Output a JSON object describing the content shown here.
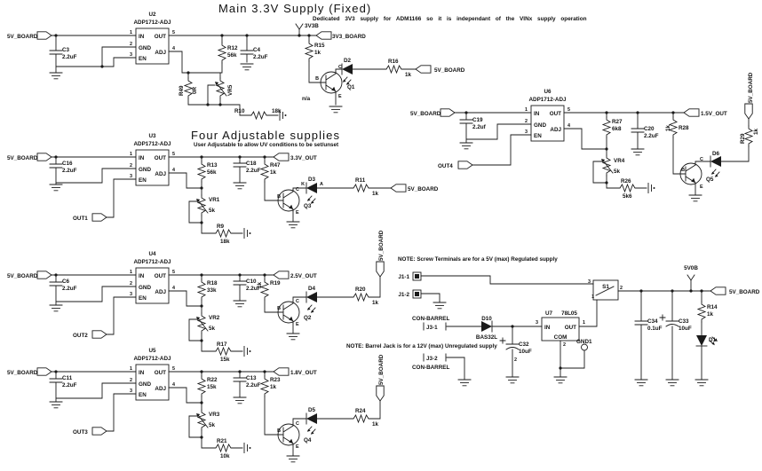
{
  "titles": {
    "main": "Main 3.3V Supply (Fixed)",
    "main_note": "Dedicated 3V3 supply for ADM1166 so it is independant of the VINx supply operation",
    "adj": "Four Adjustable supplies",
    "adj_note": "User Adjustable to allow UV conditions to be set/unset"
  },
  "notes": {
    "screw": "NOTE: Screw Terminals are for a 5V (max) Regulated supply",
    "barrel": "NOTE: Barrel Jack is for a 12V (max) Unregulated supply"
  },
  "shared": {
    "part": "ADP1712-ADJ",
    "board": "5V_BOARD",
    "pin_in": "IN",
    "pin_gnd": "GND",
    "pin_en": "EN",
    "pin_out": "OUT",
    "pin_adj": "ADJ",
    "n1": "1",
    "n2": "2",
    "n3": "3",
    "n4": "4",
    "n5": "5",
    "b": "B",
    "c": "C",
    "e": "E",
    "k": "K",
    "a": "A"
  },
  "u2": {
    "ref": "U2",
    "flag": "3V3B",
    "out_tag": "3V3_BOARD",
    "cin_ref": "C3",
    "cin_val": "2.2uF",
    "rtop_ref": "R12",
    "rtop_val": "56k",
    "cout_ref": "C4",
    "cout_val": "2.2uF",
    "r49_ref": "R49",
    "r49_val": "0R",
    "vr_ref": "VR5",
    "na": "n/a",
    "rbot_ref": "R10",
    "rbot_val": "18k",
    "rbase_ref": "R15",
    "rbase_val": "1k",
    "q": "Q1",
    "d": "D2",
    "rled_ref": "R16",
    "rled_val": "1k"
  },
  "u3": {
    "ref": "U3",
    "en_tag": "OUT1",
    "out_tag": "3.3V_OUT",
    "cin_ref": "C16",
    "cin_val": "2.2uF",
    "rtop_ref": "R13",
    "rtop_val": "56k",
    "cout_ref": "C18",
    "cout_val": "2.2uF",
    "vr_ref": "VR1",
    "vr_val": "5k",
    "rbot_ref": "R9",
    "rbot_val": "18k",
    "rbase_ref": "R47",
    "rbase_val": "1k",
    "q": "Q3",
    "d": "D3",
    "rled_ref": "R11",
    "rled_val": "1k"
  },
  "u4": {
    "ref": "U4",
    "en_tag": "OUT2",
    "out_tag": "2.5V_OUT",
    "cin_ref": "C6",
    "cin_val": "2.2uF",
    "rtop_ref": "R18",
    "rtop_val": "33k",
    "cout_ref": "C10",
    "cout_val": "2.2uF",
    "vr_ref": "VR2",
    "vr_val": "5k",
    "rbot_ref": "R17",
    "rbot_val": "15k",
    "rbase_ref": "R19",
    "rbase_val": "1k",
    "q": "Q2",
    "d": "D4",
    "rled_ref": "R20",
    "rled_val": "1k"
  },
  "u5": {
    "ref": "U5",
    "en_tag": "OUT3",
    "out_tag": "1.8V_OUT",
    "cin_ref": "C11",
    "cin_val": "2.2uF",
    "rtop_ref": "R22",
    "rtop_val": "15k",
    "cout_ref": "C13",
    "cout_val": "2.2uF",
    "vr_ref": "VR3",
    "vr_val": "5k",
    "rbot_ref": "R21",
    "rbot_val": "10k",
    "rbase_ref": "R23",
    "rbase_val": "1k",
    "q": "Q4",
    "d": "D5",
    "rled_ref": "R24",
    "rled_val": "1k"
  },
  "u6": {
    "ref": "U6",
    "en_tag": "OUT4",
    "out_tag": "1.5V_OUT",
    "cin_ref": "C19",
    "cin_val": "2.2uf",
    "rtop_ref": "R27",
    "rtop_val": "6k8",
    "cout_ref": "C20",
    "cout_val": "2.2uF",
    "vr_ref": "VR4",
    "vr_val": "5k",
    "rbot_ref": "R26",
    "rbot_val": "5k6",
    "rbase_ref": "R28",
    "rbase_val": "1k",
    "q": "Q5",
    "d": "D6",
    "rled_ref": "R29",
    "rled_val": "1k"
  },
  "pwr": {
    "j1_1": "J1-1",
    "j1_2": "J1-2",
    "con_barrel_1": "CON-BARREL",
    "j3_1": "J3-1",
    "j3_2": "J3-2",
    "con_barrel_2": "CON-BARREL",
    "d10_ref": "D10",
    "d10_part": "BAS32L",
    "c32_ref": "C32",
    "c32_val": "10uF",
    "c32_pin": "2",
    "u7_ref": "U7",
    "u7_part": "78L05",
    "u7_in": "IN",
    "u7_out": "OUT",
    "u7_com": "COM",
    "u7_p1": "1",
    "u7_p2": "2",
    "u7_p3": "3",
    "gnd1": "GND1",
    "s1_ref": "S1",
    "s1_p1": "1",
    "s1_p2": "2",
    "s1_p3": "3",
    "flag": "5V0B",
    "board_tag": "5V_BOARD",
    "c34_ref": "C34",
    "c34_val": "0.1uF",
    "c33_ref": "C33",
    "c33_val": "10uF",
    "r14_ref": "R14",
    "r14_val": "1k",
    "d1": "D1"
  }
}
